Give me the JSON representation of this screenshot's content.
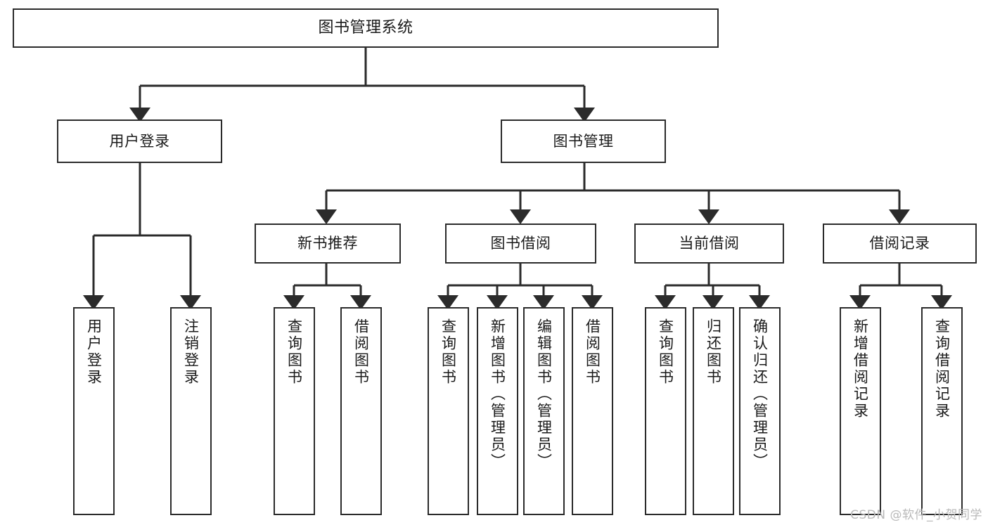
{
  "diagram": {
    "title": "图书管理系统",
    "type": "tree-hierarchy",
    "root": {
      "label": "图书管理系统"
    },
    "level2": [
      {
        "label": "用户登录"
      },
      {
        "label": "图书管理"
      }
    ],
    "level3": [
      {
        "label": "新书推荐"
      },
      {
        "label": "图书借阅"
      },
      {
        "label": "当前借阅"
      },
      {
        "label": "借阅记录"
      }
    ],
    "leaves": [
      {
        "label": "用户登录",
        "parent": "用户登录"
      },
      {
        "label": "注销登录",
        "parent": "用户登录"
      },
      {
        "label": "查询图书",
        "parent": "新书推荐"
      },
      {
        "label": "借阅图书",
        "parent": "新书推荐"
      },
      {
        "label": "查询图书",
        "parent": "图书借阅"
      },
      {
        "label": "新增图书（管理员）",
        "parent": "图书借阅"
      },
      {
        "label": "编辑图书（管理员）",
        "parent": "图书借阅"
      },
      {
        "label": "借阅图书",
        "parent": "图书借阅"
      },
      {
        "label": "查询图书",
        "parent": "当前借阅"
      },
      {
        "label": "归还图书",
        "parent": "当前借阅"
      },
      {
        "label": "确认归还（管理员）",
        "parent": "当前借阅"
      },
      {
        "label": "新增借阅记录",
        "parent": "借阅记录"
      },
      {
        "label": "查询借阅记录",
        "parent": "借阅记录"
      }
    ]
  },
  "watermark": {
    "text": "CSDN @软件_小贺同学"
  },
  "colors": {
    "stroke": "#2b2b2b",
    "box_fill": "#ffffff",
    "text": "#1a1a1a",
    "watermark": "#b9b9b9",
    "background": "#ffffff"
  }
}
